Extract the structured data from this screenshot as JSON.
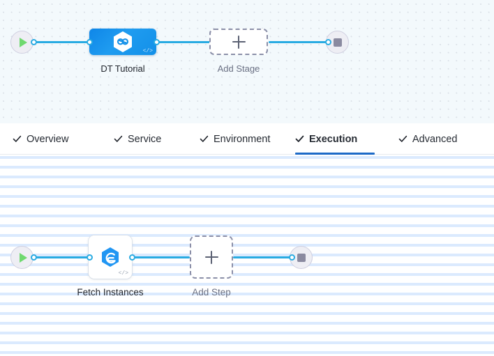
{
  "colors": {
    "accent_line": "#29abe2",
    "stage_node": "#1390e8",
    "active_tab_underline": "#1d6ac7",
    "start_play": "#6fd96f",
    "stop_square": "#8a8aa0",
    "step_icon": "#2196f3",
    "canvas_stages_bg": "#f3f9fc",
    "canvas_steps_bg": "#ffffff",
    "label_text": "#22262e",
    "muted_text": "#6b7184"
  },
  "stages_canvas": {
    "name": "pipeline-stages-canvas",
    "start_node": {
      "icon": "play-icon",
      "label": ""
    },
    "end_node": {
      "icon": "stop-icon",
      "label": ""
    },
    "nodes": [
      {
        "id": "stage-dt-tutorial",
        "label": "DT Tutorial",
        "icon": "dynatrace-hexagon-icon",
        "badge": "</>",
        "type": "stage"
      }
    ],
    "add_placeholder": {
      "label": "Add Stage",
      "icon": "plus-icon"
    }
  },
  "tabs": {
    "name": "stage-config-tabs",
    "active_index": 3,
    "items": [
      {
        "label": "Overview",
        "icon": "check-icon",
        "complete": true
      },
      {
        "label": "Service",
        "icon": "check-icon",
        "complete": true
      },
      {
        "label": "Environment",
        "icon": "check-icon",
        "complete": true
      },
      {
        "label": "Execution",
        "icon": "check-icon",
        "complete": true
      },
      {
        "label": "Advanced",
        "icon": "check-icon",
        "complete": true
      }
    ]
  },
  "steps_canvas": {
    "name": "execution-steps-canvas",
    "start_node": {
      "icon": "play-icon",
      "label": ""
    },
    "end_node": {
      "icon": "stop-icon",
      "label": ""
    },
    "nodes": [
      {
        "id": "step-fetch-instances",
        "label": "Fetch Instances",
        "icon": "dynatrace-e-icon",
        "badge": "</>",
        "type": "step"
      }
    ],
    "add_placeholder": {
      "label": "Add Step",
      "icon": "plus-icon"
    }
  }
}
